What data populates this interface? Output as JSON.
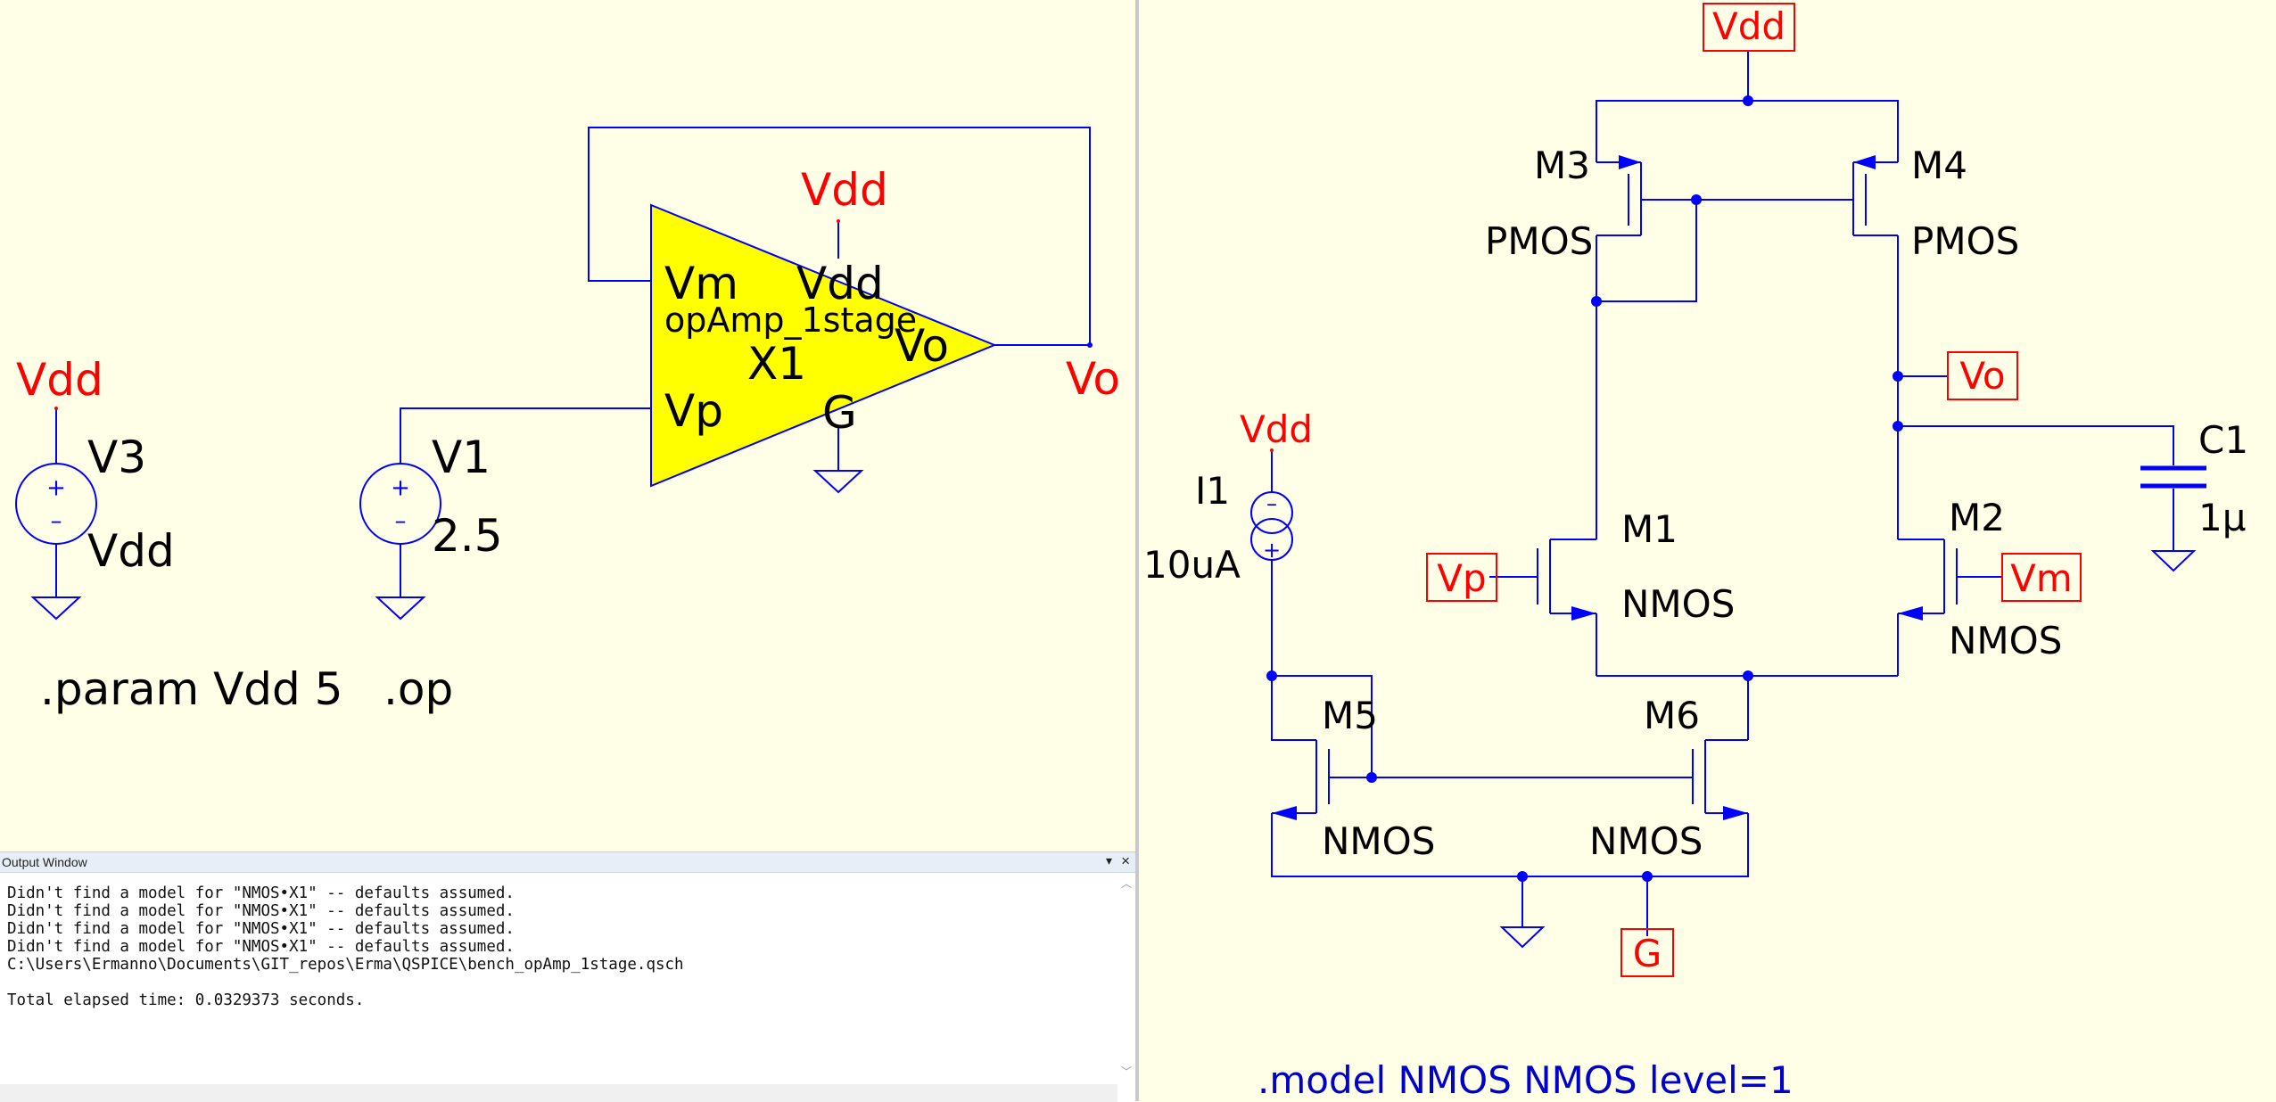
{
  "left_schematic": {
    "opamp": {
      "pin_vm": "Vm",
      "pin_vdd": "Vdd",
      "subckt": "opAmp_1stage",
      "pin_vo": "Vo",
      "instance": "X1",
      "pin_vp": "Vp",
      "pin_g": "G"
    },
    "net_vdd_top": "Vdd",
    "net_vo": "Vo",
    "net_vdd_v3": "Vdd",
    "v3": {
      "name": "V3",
      "value": "Vdd"
    },
    "v1": {
      "name": "V1",
      "value": "2.5"
    },
    "directive_param": ".param Vdd 5",
    "directive_op": ".op"
  },
  "output_window": {
    "title": "Output Window",
    "lines": [
      "Didn't find a model for \"NMOS•X1\" -- defaults assumed.",
      "Didn't find a model for \"NMOS•X1\" -- defaults assumed.",
      "Didn't find a model for \"NMOS•X1\" -- defaults assumed.",
      "Didn't find a model for \"NMOS•X1\" -- defaults assumed.",
      "C:\\Users\\Ermanno\\Documents\\GIT_repos\\Erma\\QSPICE\\bench_opAmp_1stage.qsch",
      "",
      "Total elapsed time: 0.0329373 seconds."
    ]
  },
  "right_schematic": {
    "port_vdd": "Vdd",
    "port_vo": "Vo",
    "port_vp": "Vp",
    "port_vm": "Vm",
    "port_g": "G",
    "i1_net": "Vdd",
    "i1": {
      "name": "I1",
      "value": "10uA"
    },
    "c1": {
      "name": "C1",
      "value": "1μ"
    },
    "m1": {
      "name": "M1",
      "model": "NMOS"
    },
    "m2": {
      "name": "M2",
      "model": "NMOS"
    },
    "m3": {
      "name": "M3",
      "model": "PMOS"
    },
    "m4": {
      "name": "M4",
      "model": "PMOS"
    },
    "m5": {
      "name": "M5",
      "model": "NMOS"
    },
    "m6": {
      "name": "M6",
      "model": "NMOS"
    },
    "directive_model": ".model NMOS NMOS level=1"
  },
  "colors": {
    "background": "#FFFEE6",
    "wire": "#0000FF",
    "net_label": "#FF0000",
    "opamp_fill": "#FFFF00",
    "directive_blue": "#0000CC"
  }
}
